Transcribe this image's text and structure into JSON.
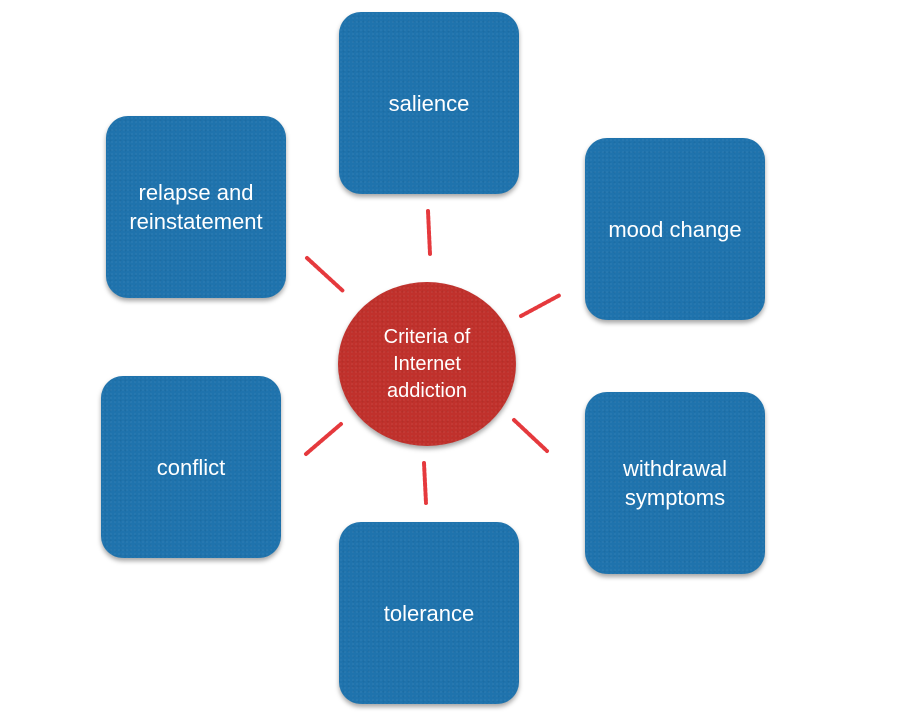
{
  "diagram": {
    "center": {
      "label": "Criteria of\nInternet\naddiction"
    },
    "nodes": {
      "salience": "salience",
      "mood_change": "mood change",
      "withdrawal": "withdrawal\nsymptoms",
      "tolerance": "tolerance",
      "conflict": "conflict",
      "relapse": "relapse and\nreinstatement"
    },
    "colors": {
      "node_fill": "#1f73ad",
      "center_fill": "#c0312c",
      "connector": "#e5393d",
      "text": "#ffffff"
    }
  }
}
